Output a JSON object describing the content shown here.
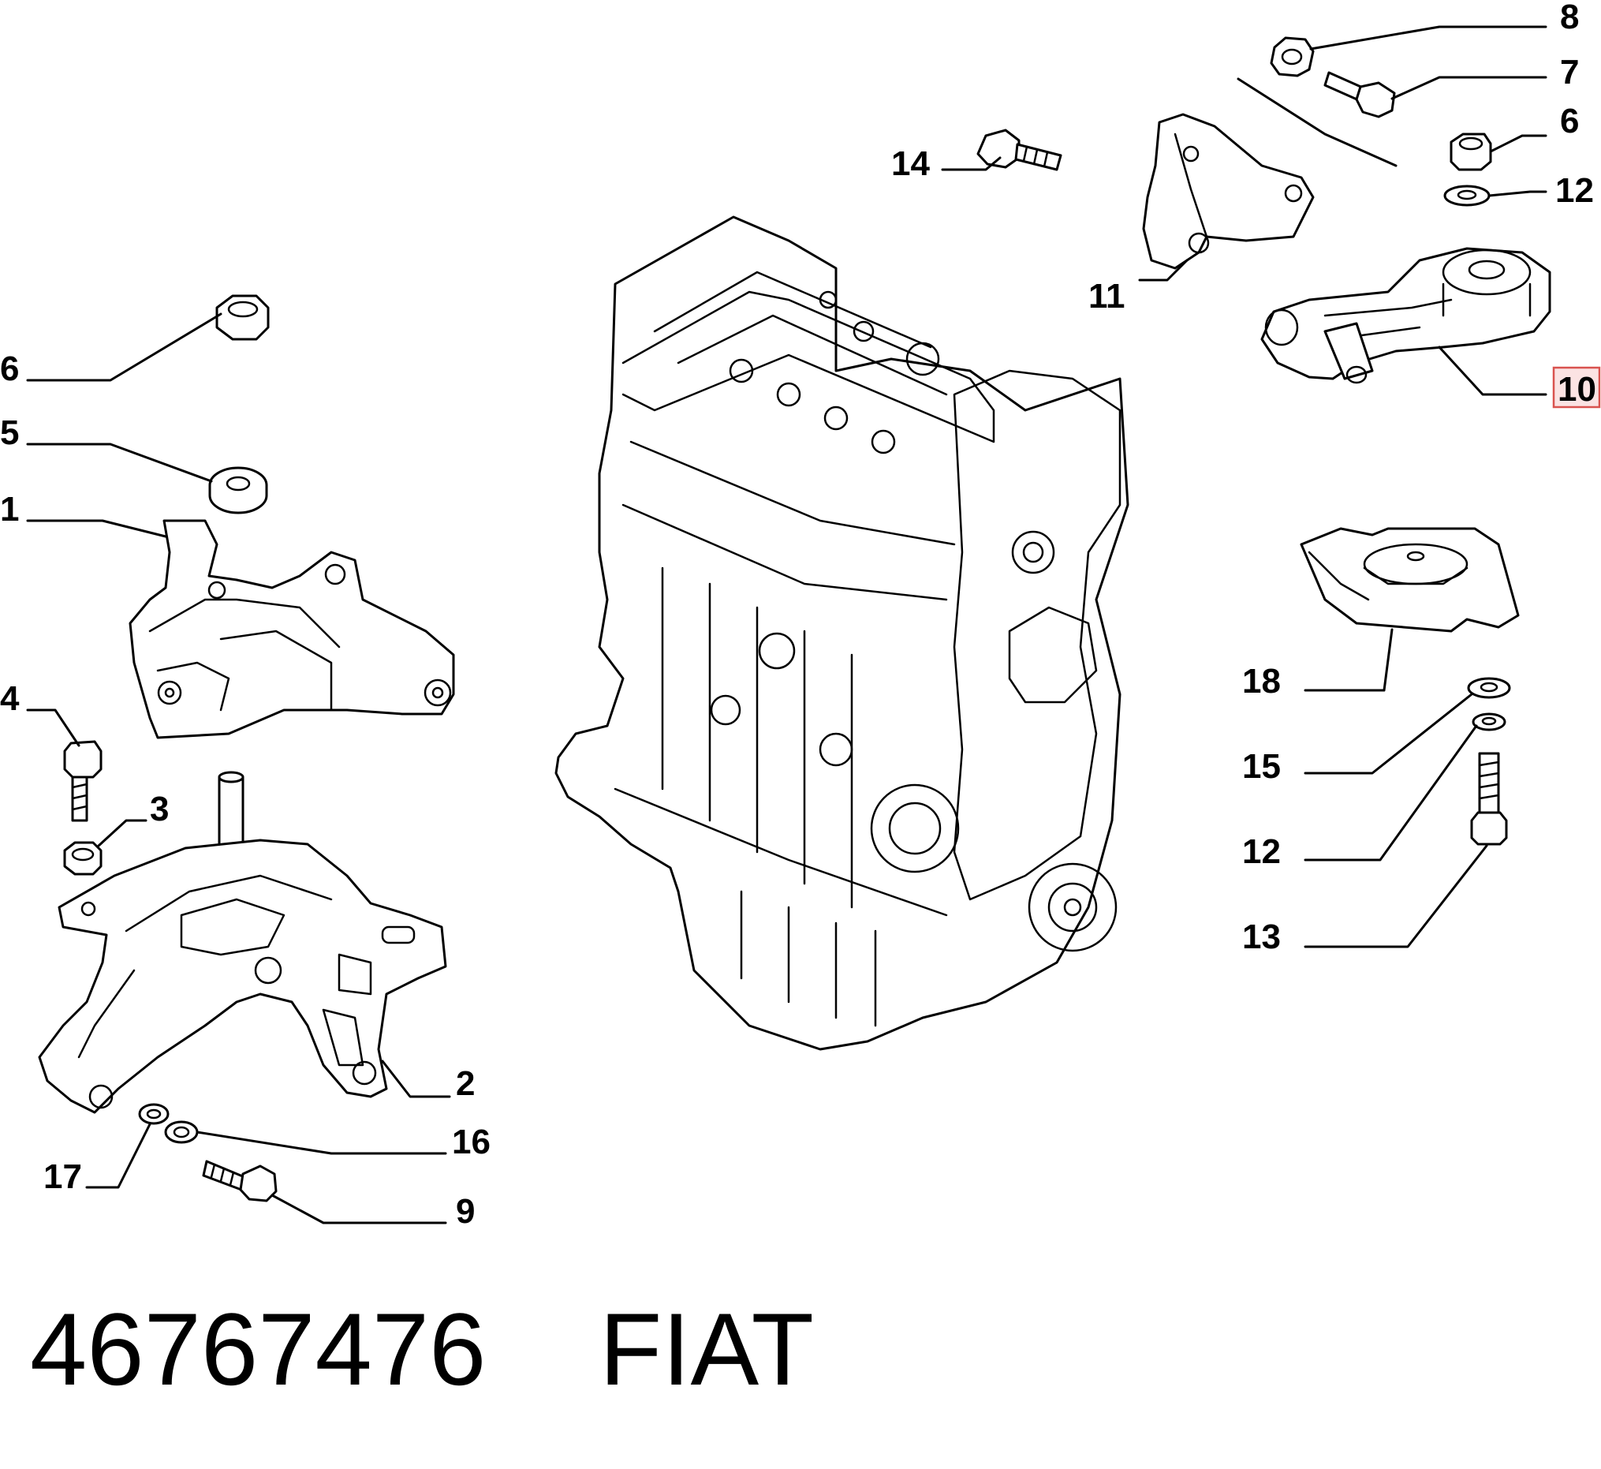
{
  "callouts": {
    "c1": "1",
    "c2": "2",
    "c3": "3",
    "c4": "4",
    "c5": "5",
    "c6_left": "6",
    "c6_right": "6",
    "c7": "7",
    "c8": "8",
    "c9": "9",
    "c10": "10",
    "c11": "11",
    "c12_top": "12",
    "c12_bottom": "12",
    "c13": "13",
    "c14": "14",
    "c15": "15",
    "c16": "16",
    "c17": "17",
    "c18": "18"
  },
  "highlighted_callout": "10",
  "footer": {
    "part_number": "46767476",
    "brand": "FIAT"
  },
  "colors": {
    "highlight_fill": "#fbe3e3",
    "highlight_stroke": "#d9534f",
    "line": "#000000",
    "background": "#ffffff"
  }
}
